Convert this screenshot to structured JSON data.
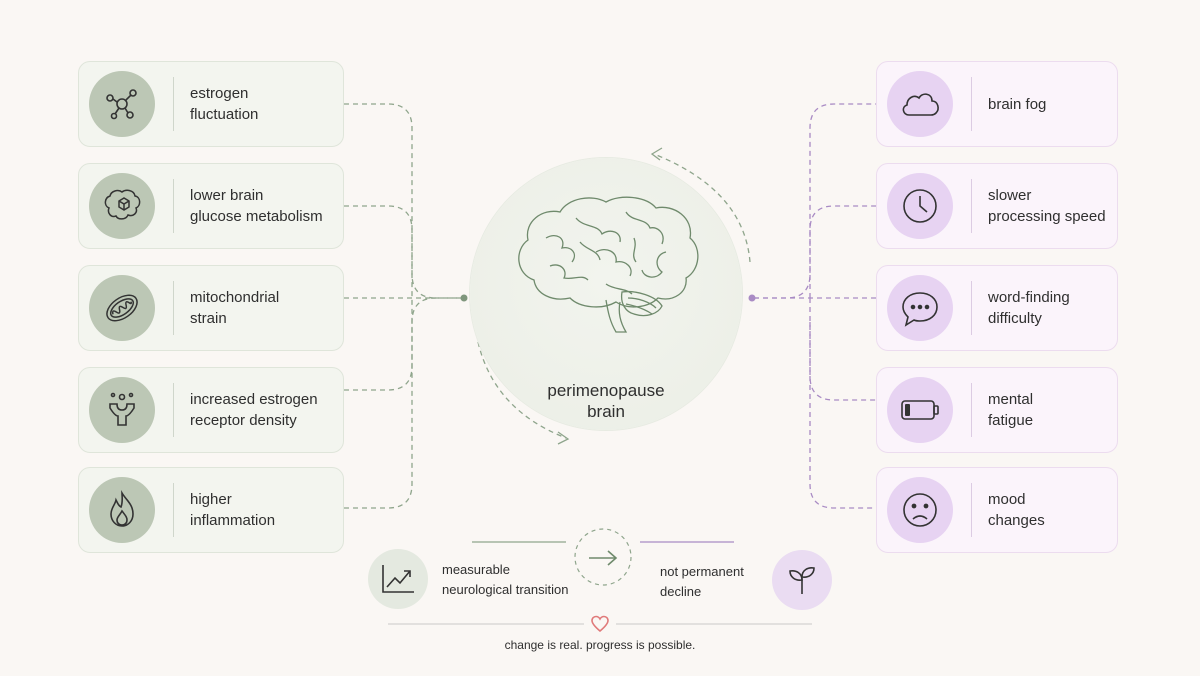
{
  "causes": [
    {
      "label": "estrogen\nfluctuation",
      "icon": "molecule-icon"
    },
    {
      "label": "lower brain\nglucose metabolism",
      "icon": "brain-cube-icon"
    },
    {
      "label": "mitochondrial\nstrain",
      "icon": "mitochondria-icon"
    },
    {
      "label": "increased estrogen\nreceptor density",
      "icon": "receptor-icon"
    },
    {
      "label": "higher\ninflammation",
      "icon": "flame-icon"
    }
  ],
  "symptoms": [
    {
      "label": "brain fog",
      "icon": "cloud-icon"
    },
    {
      "label": "slower\nprocessing speed",
      "icon": "clock-icon"
    },
    {
      "label": "word-finding\ndifficulty",
      "icon": "speech-bubble-icon"
    },
    {
      "label": "mental\nfatigue",
      "icon": "low-battery-icon"
    },
    {
      "label": "mood\nchanges",
      "icon": "sad-face-icon"
    }
  ],
  "hub": {
    "title": "perimenopause\nbrain",
    "icon": "brain-icon"
  },
  "transition": {
    "from_label": "measurable\nneurological transition",
    "to_label": "not permanent\ndecline",
    "from_icon": "trend-chart-icon",
    "arrow_icon": "arrow-right-icon",
    "to_icon": "sprout-icon"
  },
  "footer": {
    "text": "change is real. progress is possible.",
    "icon": "heart-icon"
  },
  "colors": {
    "sage": "#bcc7b5",
    "lavender": "#e7d3f2",
    "sage_line": "#8fa58c",
    "lavender_line": "#a98bc4",
    "heart": "#e07a7a"
  }
}
